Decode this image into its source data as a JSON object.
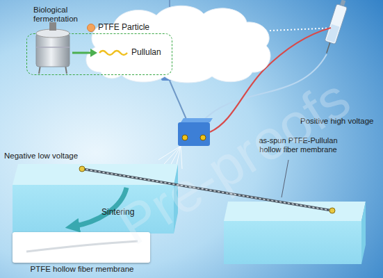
{
  "diagram": {
    "nodes": [
      {
        "text": [
          "Biological fermentation"
        ]
      },
      {
        "text": [
          "PTFE Particle",
          "Pullulan"
        ]
      },
      {
        "text": [
          "PTFE hollow fiber membrane"
        ]
      }
    ],
    "labels": [
      "Positive high voltage",
      "Negative low voltage",
      "as-spun PTFE-Pullulan hollow fiber membrane",
      "Sintering",
      "Pre-proofs"
    ]
  }
}
